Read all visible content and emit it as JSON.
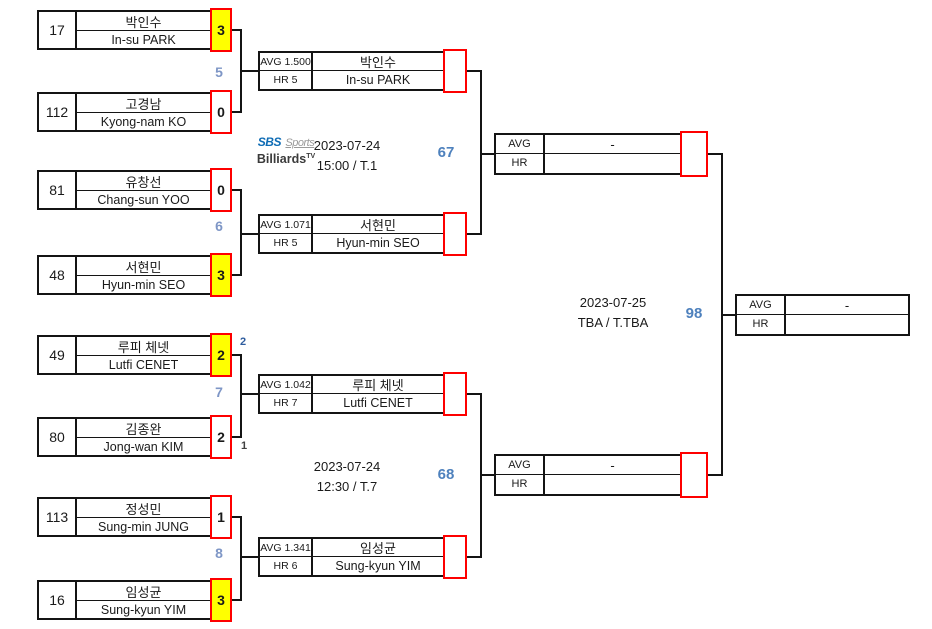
{
  "colors": {
    "winner_bg": "#ffff00",
    "loser_bg": "#ffffff",
    "score_border": "#fe0000",
    "line": "#141414",
    "match_number_small": "#7e96c6",
    "match_number_large": "#4e81bd",
    "logo_blue": "#0e6cb5",
    "logo_gray": "#9a9a9a",
    "logo_dark": "#3b3b3b"
  },
  "round1": [
    {
      "seed": "17",
      "name_kr": "박인수",
      "name_en": "In-su PARK",
      "score": "3",
      "score_bg": "#ffff00"
    },
    {
      "seed": "112",
      "name_kr": "고경남",
      "name_en": "Kyong-nam KO",
      "score": "0",
      "score_bg": "#ffffff"
    },
    {
      "seed": "81",
      "name_kr": "유창선",
      "name_en": "Chang-sun YOO",
      "score": "0",
      "score_bg": "#ffffff"
    },
    {
      "seed": "48",
      "name_kr": "서현민",
      "name_en": "Hyun-min SEO",
      "score": "3",
      "score_bg": "#ffff00"
    },
    {
      "seed": "49",
      "name_kr": "루피 체넷",
      "name_en": "Lutfi CENET",
      "score": "2",
      "score_bg": "#ffff00",
      "tiebreak": "2",
      "tiebreak_color": "#2e5c9e"
    },
    {
      "seed": "80",
      "name_kr": "김종완",
      "name_en": "Jong-wan KIM",
      "score": "2",
      "score_bg": "#ffffff",
      "tiebreak": "1",
      "tiebreak_color": "#404040"
    },
    {
      "seed": "113",
      "name_kr": "정성민",
      "name_en": "Sung-min JUNG",
      "score": "1",
      "score_bg": "#ffffff"
    },
    {
      "seed": "16",
      "name_kr": "임성균",
      "name_en": "Sung-kyun YIM",
      "score": "3",
      "score_bg": "#ffff00"
    }
  ],
  "r1_matches": [
    "5",
    "6",
    "7",
    "8"
  ],
  "round2": [
    {
      "avg": "AVG 1.500",
      "hr": "HR 5",
      "name_kr": "박인수",
      "name_en": "In-su PARK",
      "score": ""
    },
    {
      "avg": "AVG 1.071",
      "hr": "HR 5",
      "name_kr": "서현민",
      "name_en": "Hyun-min SEO",
      "score": ""
    },
    {
      "avg": "AVG 1.042",
      "hr": "HR 7",
      "name_kr": "루피 체넷",
      "name_en": "Lutfi CENET",
      "score": ""
    },
    {
      "avg": "AVG 1.341",
      "hr": "HR 6",
      "name_kr": "임성균",
      "name_en": "Sung-kyun YIM",
      "score": ""
    }
  ],
  "semifinals": [
    {
      "match_number": "67",
      "date": "2023-07-24",
      "time": "15:00 / T.1",
      "avg_label": "AVG",
      "avg_value": "-",
      "hr_label": "HR",
      "hr_value": "",
      "score": ""
    },
    {
      "match_number": "68",
      "date": "2023-07-24",
      "time": "12:30 / T.7",
      "avg_label": "AVG",
      "avg_value": "-",
      "hr_label": "HR",
      "hr_value": "",
      "score": ""
    }
  ],
  "final": {
    "match_number": "98",
    "date": "2023-07-25",
    "time": "TBA / T.TBA",
    "avg_label": "AVG",
    "avg_value": "-",
    "hr_label": "HR",
    "hr_value": ""
  },
  "logo": {
    "sbs": "SBS",
    "sports": "Sports",
    "billiards": "Billiards",
    "tv": "TV"
  }
}
